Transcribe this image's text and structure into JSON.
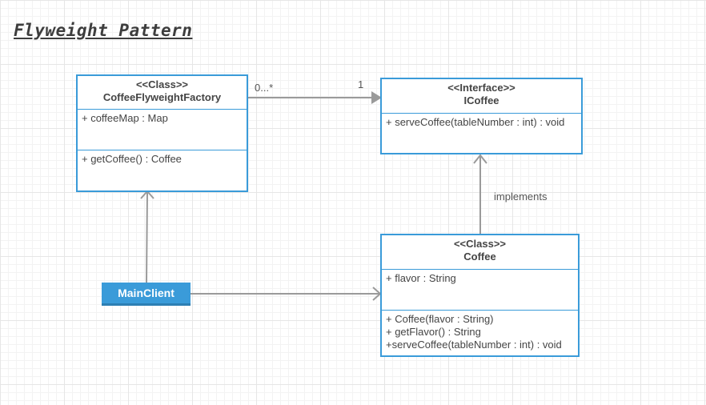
{
  "title": "Flyweight Pattern",
  "classes": {
    "factory": {
      "stereotype": "<<Class>>",
      "name": "CoffeeFlyweightFactory",
      "attributes": [
        "+ coffeeMap : Map"
      ],
      "methods": [
        "+ getCoffee() : Coffee"
      ]
    },
    "icoffee": {
      "stereotype": "<<Interface>>",
      "name": "ICoffee",
      "attributes": [
        "+ serveCoffee(tableNumber : int) : void"
      ],
      "methods": []
    },
    "coffee": {
      "stereotype": "<<Class>>",
      "name": "Coffee",
      "attributes": [
        "+ flavor : String"
      ],
      "methods": [
        "+ Coffee(flavor : String)",
        "+ getFlavor() : String",
        "+serveCoffee(tableNumber : int) : void"
      ]
    }
  },
  "actor": {
    "label": "MainClient"
  },
  "relations": {
    "factory_to_icoffee_source_mult": "0...*",
    "factory_to_icoffee_target_mult": "1",
    "implements_label": "implements"
  },
  "colors": {
    "accent": "#3a9bd9",
    "connector": "#999999"
  }
}
